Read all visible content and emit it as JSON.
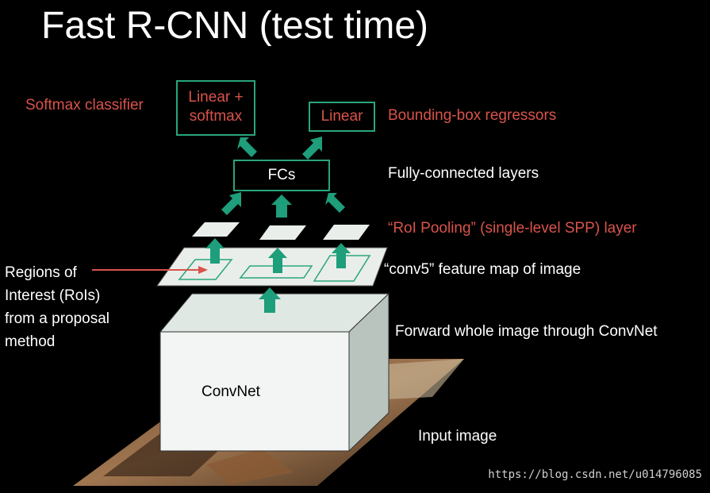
{
  "title": "Fast R-CNN (test time)",
  "output_heads": {
    "softmax_box": [
      "Linear +",
      "softmax"
    ],
    "linear_box": "Linear",
    "softmax_label": "Softmax classifier",
    "bbox_label": "Bounding-box  regressors"
  },
  "fc": {
    "box": "FCs",
    "label": "Fully-connected layers"
  },
  "roi_pooling_label": "“RoI Pooling”  (single-level SPP) layer",
  "conv5_label": "“conv5” feature map of image",
  "rois_label": [
    "Regions of",
    "Interest (RoIs)",
    "from a proposal",
    "method"
  ],
  "convnet": {
    "box": "ConvNet",
    "label": "Forward whole image through ConvNet"
  },
  "input_label": "Input image",
  "watermark": "https://blog.csdn.net/u014796085",
  "colors": {
    "background": "#000000",
    "arrow_green": "#1e9e7a",
    "box_border_green": "#2aa57c",
    "red_label": "#d9534a",
    "plane_fill": "#e9eeea"
  }
}
